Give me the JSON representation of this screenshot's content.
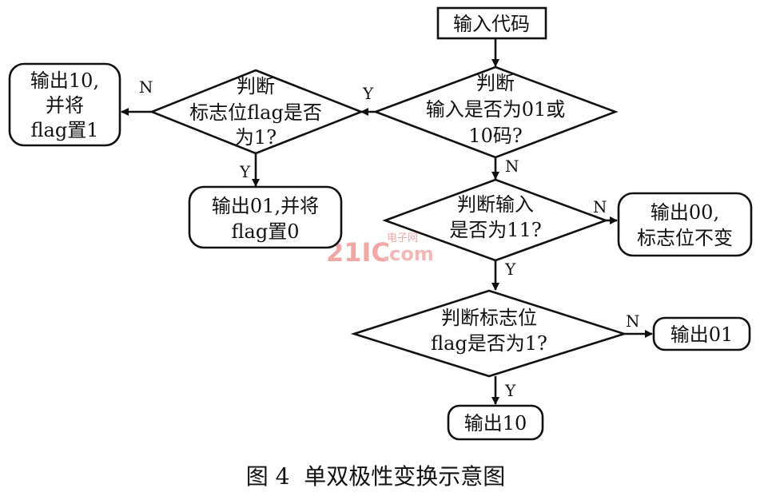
{
  "nodes": {
    "start": "输入代码",
    "d1": [
      "判断",
      "输入是否为01或",
      "10码?"
    ],
    "d2": [
      "判断",
      "标志位flag是否",
      "为1?"
    ],
    "out_top_left": [
      "输出10,",
      "并将",
      "flag置1"
    ],
    "out_mid_left": [
      "输出01,并将",
      "flag置0"
    ],
    "d3": [
      "判断输入",
      "是否为11?"
    ],
    "out_right_mid": [
      "输出00,",
      "标志位不变"
    ],
    "d4": [
      "判断标志位",
      "flag是否为1?"
    ],
    "out_right_low": "输出01",
    "out_bottom": "输出10"
  },
  "edge_labels": {
    "d1_to_d2": "Y",
    "d2_to_left": "N",
    "d2_to_down": "Y",
    "d1_to_d3": "N",
    "d3_to_right": "N",
    "d3_to_d4": "Y",
    "d4_to_right": "N",
    "d4_to_down": "Y"
  },
  "watermark": {
    "brand": "21IC",
    "sub": "电子网",
    "domain": ".com"
  },
  "caption": "图 4  单双极性变换示意图"
}
